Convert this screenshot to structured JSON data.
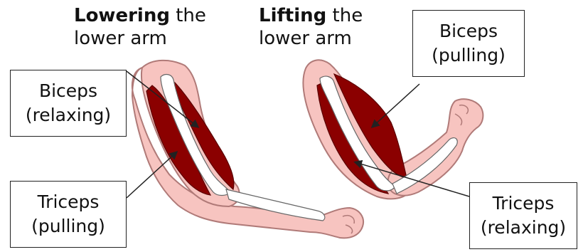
{
  "headings": {
    "lowering": {
      "bold": "Lowering",
      "rest": " the",
      "line2": "lower arm"
    },
    "lifting": {
      "bold": "Lifting",
      "rest": " the",
      "line2": "lower arm"
    }
  },
  "labels": {
    "biceps_relaxing": {
      "line1": "Biceps",
      "line2": "(relaxing)"
    },
    "triceps_pulling": {
      "line1": "Triceps",
      "line2": "(pulling)"
    },
    "biceps_pulling": {
      "line1": "Biceps",
      "line2": "(pulling)"
    },
    "triceps_relaxing": {
      "line1": "Triceps",
      "line2": "(relaxing)"
    }
  },
  "colors": {
    "skin": "#f7c4c0",
    "skin_outline": "#b07a78",
    "muscle": "#8b0000",
    "bone": "#ffffff",
    "pointer": "#333333"
  }
}
